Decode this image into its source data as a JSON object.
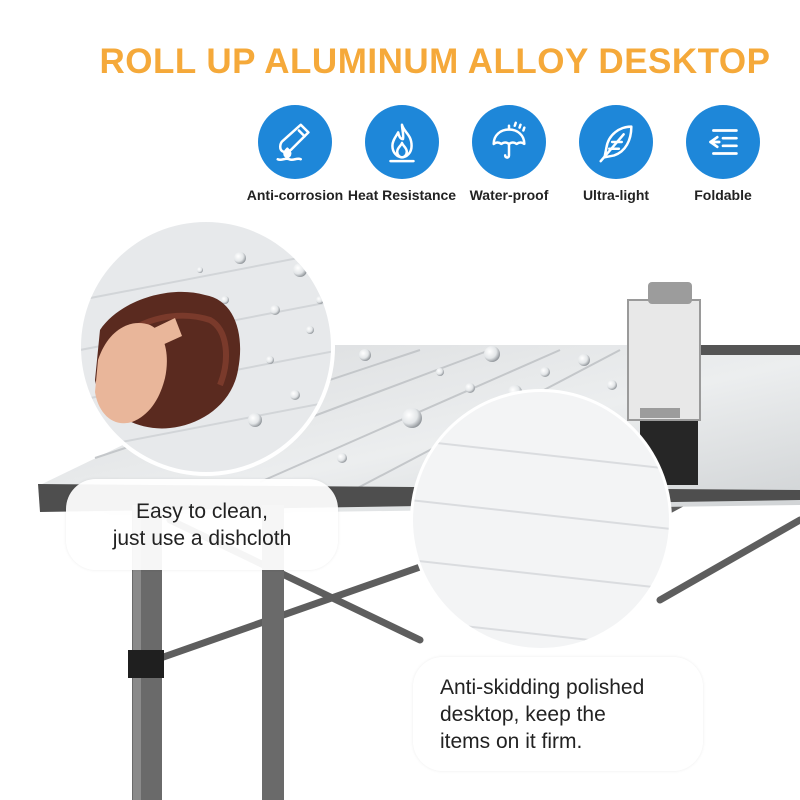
{
  "headline": "ROLL UP ALUMINUM ALLOY DESKTOP",
  "colors": {
    "headline": "#f5a93a",
    "badge": "#1e87d9",
    "badge_icon": "#ffffff",
    "frame": "#4d4d4d",
    "tabletop": "#dfe1e3"
  },
  "features": [
    {
      "label": "Anti-corrosion",
      "icon": "test-tube-drip-icon"
    },
    {
      "label": "Heat Resistance",
      "icon": "flame-icon"
    },
    {
      "label": "Water-proof",
      "icon": "umbrella-rain-icon"
    },
    {
      "label": "Ultra-light",
      "icon": "feather-icon"
    },
    {
      "label": "Foldable",
      "icon": "fold-arrows-icon"
    }
  ],
  "callouts": {
    "clean": {
      "line1": "Easy to clean,",
      "line2": "just use a dishcloth"
    },
    "skid": {
      "line1": "Anti-skidding polished",
      "line2": "desktop, keep the",
      "line3": "items on it firm."
    }
  }
}
